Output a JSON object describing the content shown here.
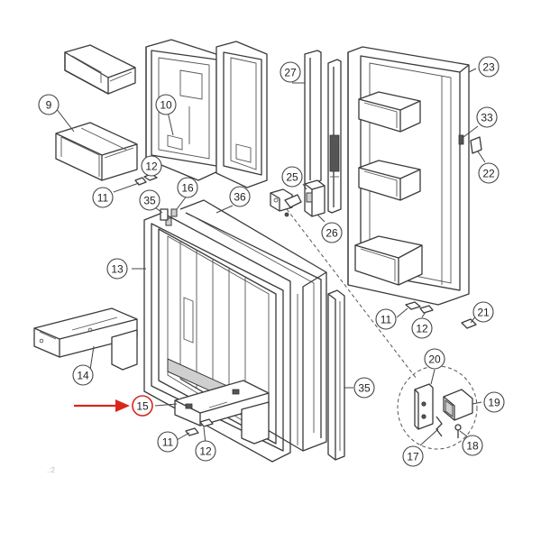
{
  "callouts": [
    {
      "id": "9",
      "label": "9"
    },
    {
      "id": "10",
      "label": "10"
    },
    {
      "id": "11a",
      "label": "11"
    },
    {
      "id": "12a",
      "label": "12"
    },
    {
      "id": "13",
      "label": "13"
    },
    {
      "id": "14",
      "label": "14"
    },
    {
      "id": "15",
      "label": "15",
      "highlighted": true
    },
    {
      "id": "16",
      "label": "16"
    },
    {
      "id": "35a",
      "label": "35"
    },
    {
      "id": "36",
      "label": "36"
    },
    {
      "id": "27",
      "label": "27"
    },
    {
      "id": "25",
      "label": "25"
    },
    {
      "id": "26",
      "label": "26"
    },
    {
      "id": "23",
      "label": "23"
    },
    {
      "id": "33",
      "label": "33"
    },
    {
      "id": "22",
      "label": "22"
    },
    {
      "id": "11b",
      "label": "11"
    },
    {
      "id": "12b",
      "label": "12"
    },
    {
      "id": "21",
      "label": "21"
    },
    {
      "id": "20",
      "label": "20"
    },
    {
      "id": "19",
      "label": "19"
    },
    {
      "id": "35b",
      "label": "35"
    },
    {
      "id": "17",
      "label": "17"
    },
    {
      "id": "18",
      "label": "18"
    },
    {
      "id": "11c",
      "label": "11"
    },
    {
      "id": "12c",
      "label": "12"
    }
  ],
  "highlight_color": "#d9261c",
  "line_color": "#3a3a3a"
}
